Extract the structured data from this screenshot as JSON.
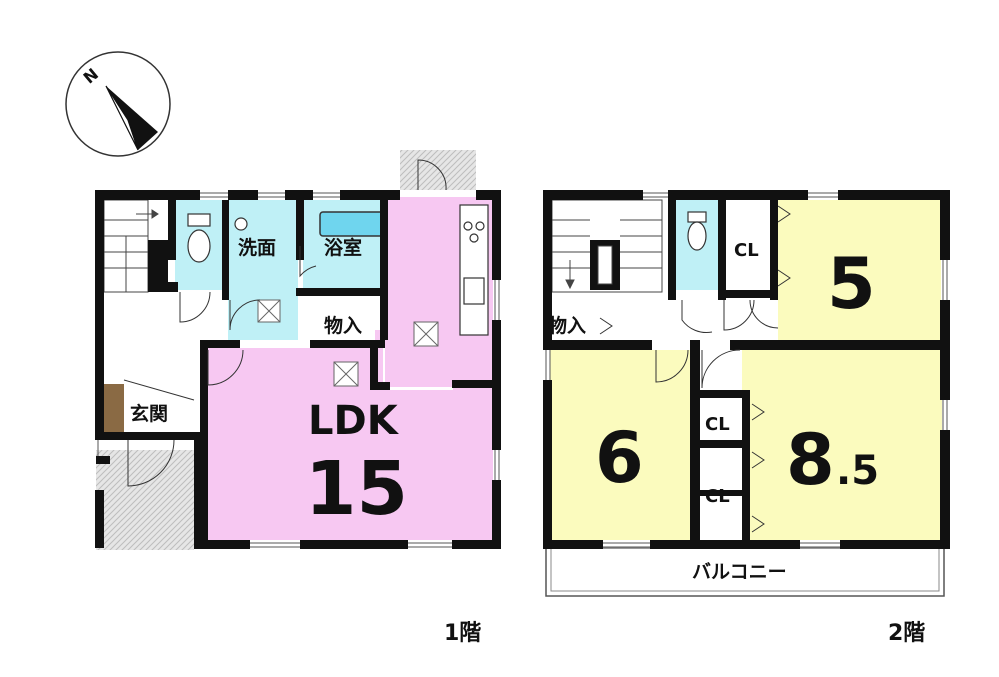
{
  "compass": {
    "north_label": "N"
  },
  "floor1": {
    "title": "1階",
    "rooms": {
      "washroom": "洗面",
      "bath": "浴室",
      "storage": "物入",
      "ldk_name": "LDK",
      "ldk_size": "15",
      "entrance": "玄関"
    }
  },
  "floor2": {
    "title": "2階",
    "rooms": {
      "storage": "物入",
      "closet_a": "CL",
      "closet_b": "CL",
      "closet_c": "CL",
      "room_5": "5",
      "room_6": "6",
      "room_85_int": "8",
      "room_85_frac": ".5",
      "balcony": "バルコニー"
    }
  },
  "colors": {
    "ldk": "#f7c8f2",
    "wet": "#bff0f6",
    "bedroom": "#fbfbbe",
    "wall": "#111111",
    "entrance_floor": "#8a6a44"
  }
}
